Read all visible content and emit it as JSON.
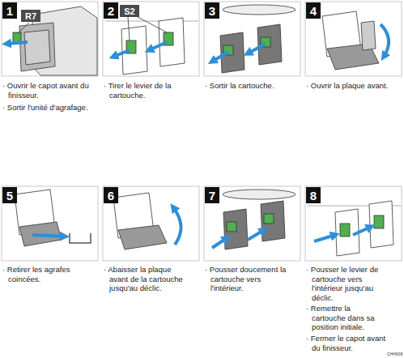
{
  "diagram": {
    "nodes": [
      {
        "text": [
          "1"
        ]
      },
      {
        "text": [
          "R7"
        ]
      },
      {
        "text": [
          "2"
        ]
      },
      {
        "text": [
          "S2"
        ]
      },
      {
        "text": [
          "3"
        ]
      },
      {
        "text": [
          "4"
        ]
      },
      {
        "text": [
          "5"
        ]
      },
      {
        "text": [
          "6"
        ]
      },
      {
        "text": [
          "7"
        ]
      },
      {
        "text": [
          "8"
        ]
      }
    ],
    "labels": [
      "· Ouvrir le capot avant du finisseur.",
      "· Sortir l'unité d'agrafage.",
      "· Tirer le levier de la cartouche.",
      "· Sortir la cartouche.",
      "· Ouvrir la plaque avant.",
      "· Retirer les agrafes coincées.",
      "· Abaisser la plaque avant de la cartouche jusqu'au déclic.",
      "· Pousser doucement la cartouche vers l'intérieur.",
      "· Pousser le levier de cartouche vers l'intérieur jusqu'au déclic.",
      "· Remettre la cartouche dans sa position initiale.",
      "· Fermer le capot avant du finisseur.",
      "CHH008"
    ]
  }
}
